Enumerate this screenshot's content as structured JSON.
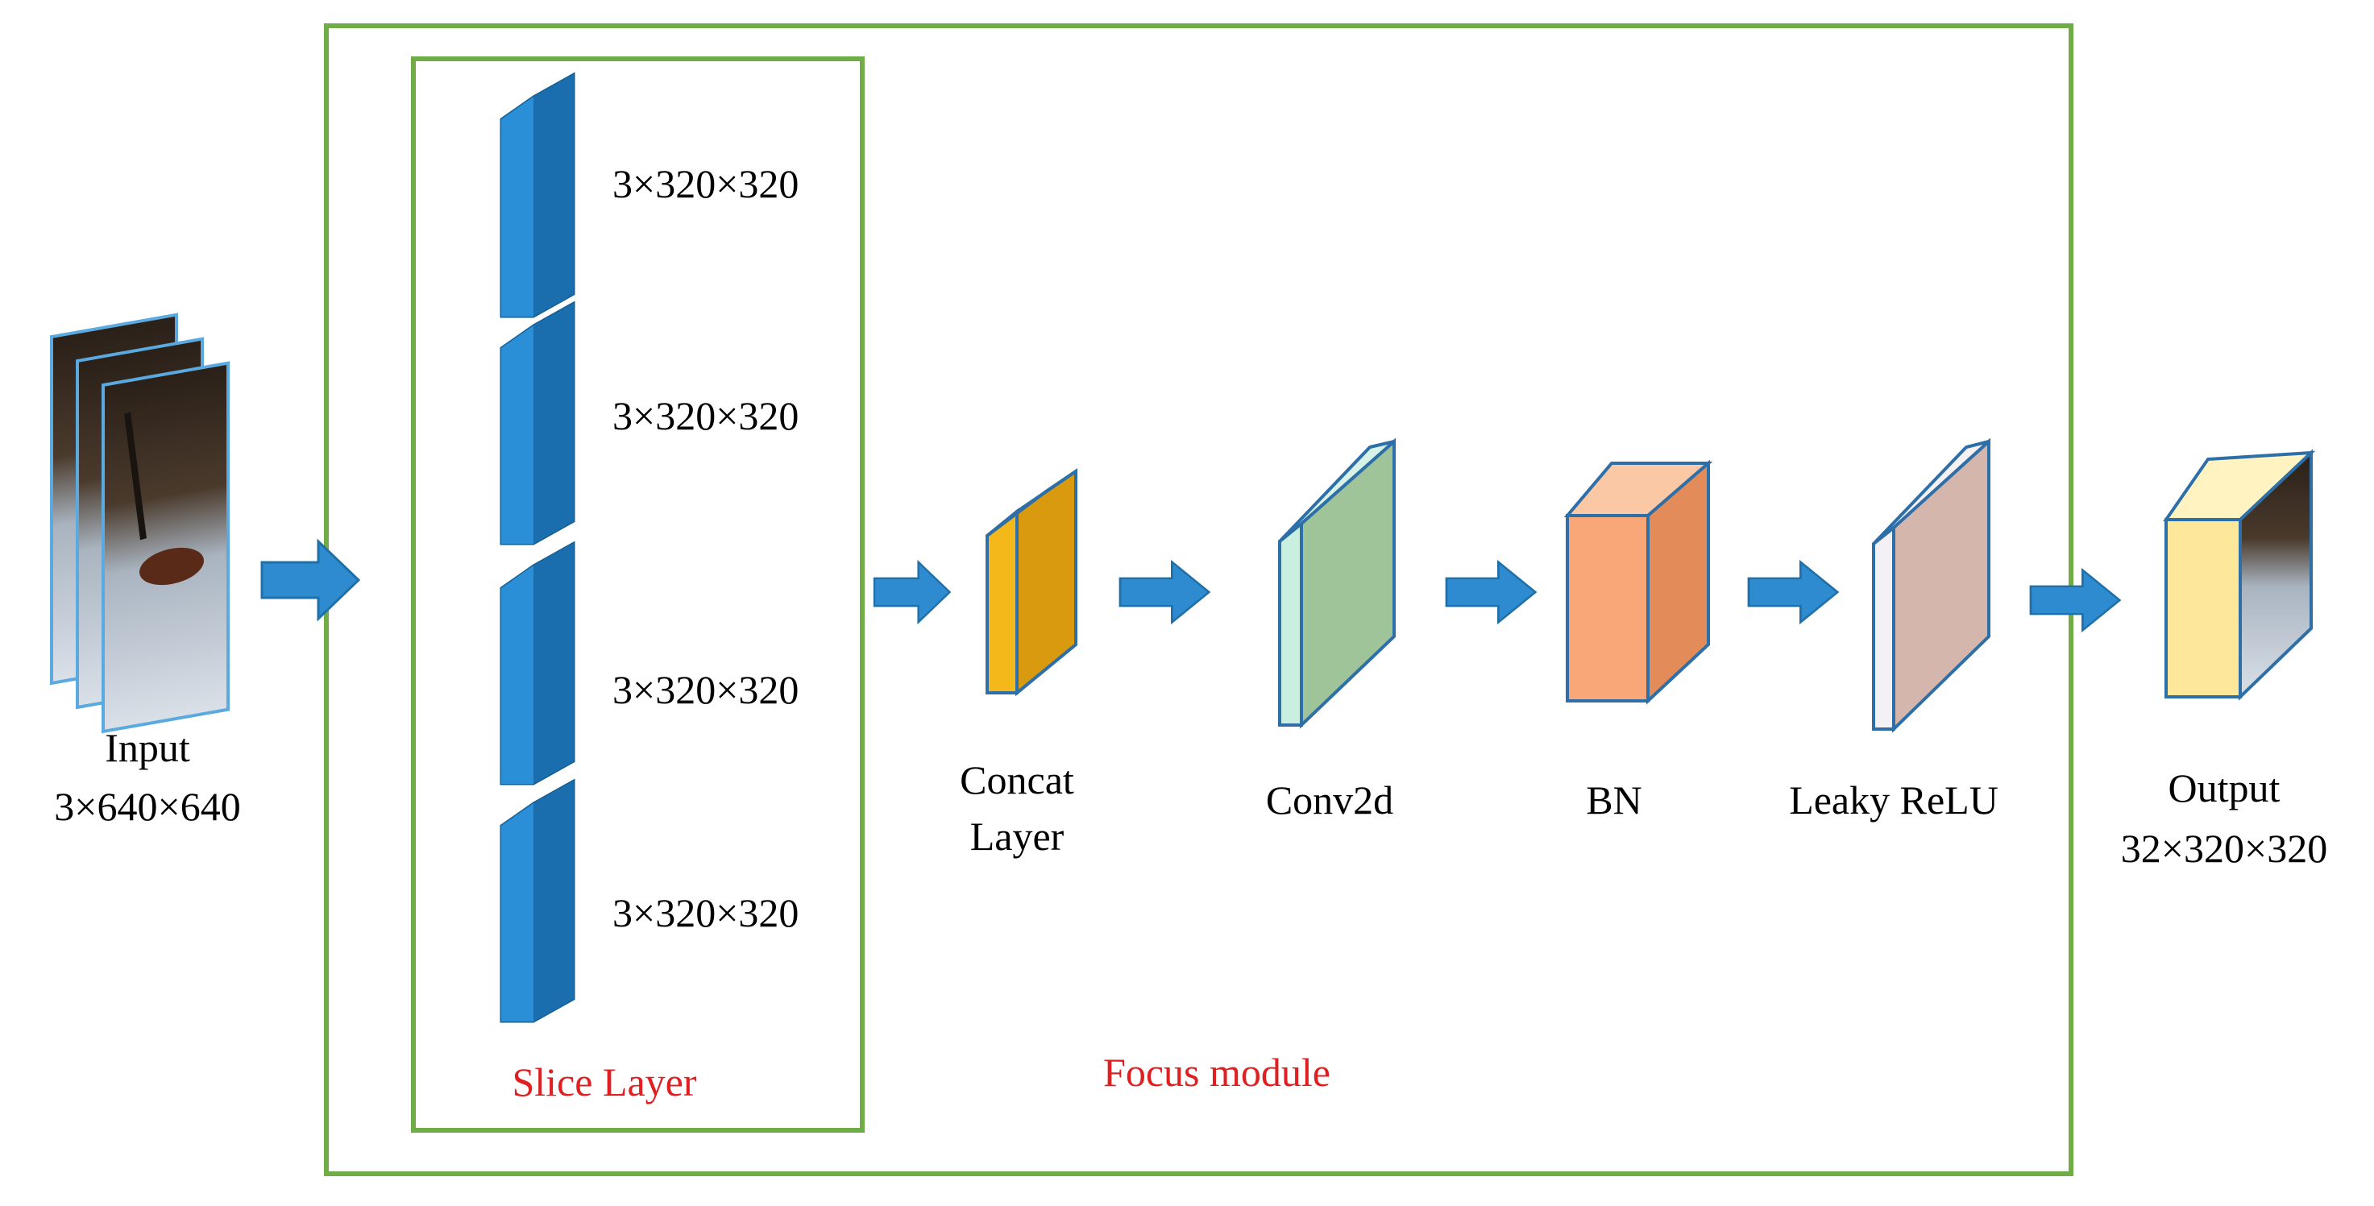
{
  "input": {
    "label": "Input",
    "dims": "3×640×640"
  },
  "slice_layer": {
    "title": "Slice Layer",
    "outputs": [
      "3×320×320",
      "3×320×320",
      "3×320×320",
      "3×320×320"
    ]
  },
  "focus_module": {
    "title": "Focus module"
  },
  "concat": {
    "line1": "Concat",
    "line2": "Layer"
  },
  "conv": {
    "label": "Conv2d"
  },
  "bn": {
    "label": "BN"
  },
  "relu": {
    "label": "Leaky ReLU"
  },
  "output": {
    "label": "Output",
    "dims": "32×320×320"
  },
  "colors": {
    "frame_green": "#70ad47",
    "arrow_blue": "#2e8bd0",
    "slice_blue": "#1f7fc4",
    "concat_orange": "#f2b01e",
    "conv_green": "#9fc49a",
    "bn_peach": "#f9a779",
    "relu_mauve": "#d5b6ac",
    "output_yellow": "#fde79a",
    "label_red": "#e02020"
  }
}
